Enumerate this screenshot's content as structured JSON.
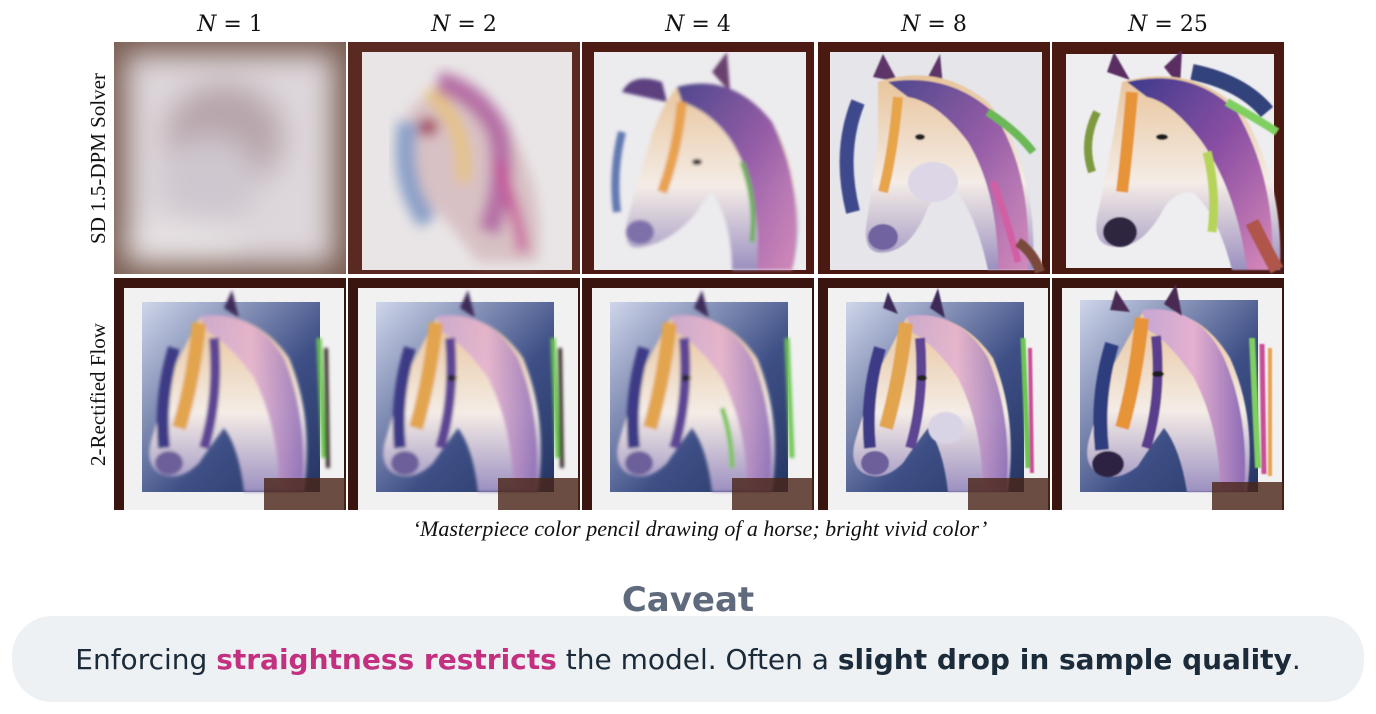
{
  "columns": [
    {
      "label": "N = ",
      "value": "1"
    },
    {
      "label": "N = ",
      "value": "2"
    },
    {
      "label": "N = ",
      "value": "4"
    },
    {
      "label": "N = ",
      "value": "8"
    },
    {
      "label": "N = ",
      "value": "25"
    }
  ],
  "rows": [
    {
      "label": "SD 1.5-DPM Solver"
    },
    {
      "label": "2-Rectified Flow"
    }
  ],
  "images": {
    "sd": [
      "horse-drawing-sd-n1",
      "horse-drawing-sd-n2",
      "horse-drawing-sd-n4",
      "horse-drawing-sd-n8",
      "horse-drawing-sd-n25"
    ],
    "rf": [
      "horse-drawing-rf-n1",
      "horse-drawing-rf-n2",
      "horse-drawing-rf-n4",
      "horse-drawing-rf-n8",
      "horse-drawing-rf-n25"
    ]
  },
  "caption": "‘Masterpiece color pencil drawing of a horse; bright vivid color’",
  "caveat": {
    "title": "Caveat",
    "part1": "Enforcing ",
    "highlight": "straightness restricts",
    "part2": " the model. Often a ",
    "bold": "slight drop in sample quality",
    "part3": "."
  },
  "colors": {
    "frame": "#4a1c14",
    "highlight": "#c2307f",
    "caveat_title": "#5f6b7d",
    "caveat_bg": "#eef1f4"
  }
}
